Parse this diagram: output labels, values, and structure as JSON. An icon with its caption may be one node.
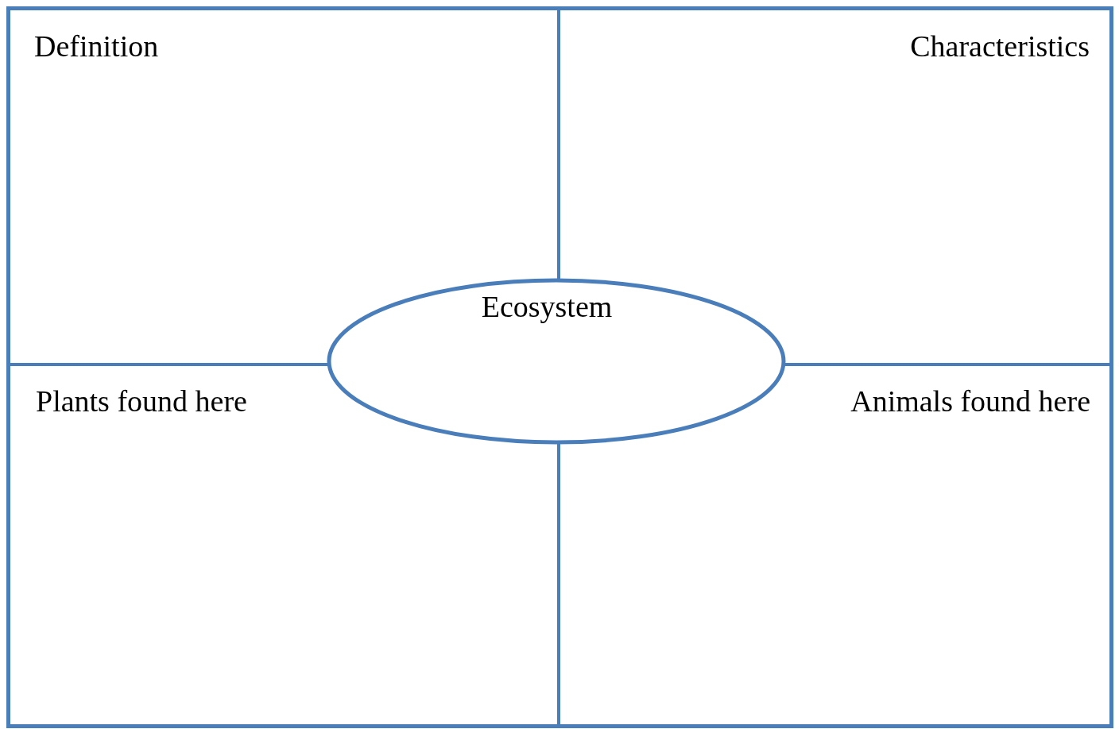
{
  "diagram": {
    "nodes": [
      {
        "text": [
          "Definition"
        ]
      },
      {
        "text": [
          "Characteristics"
        ]
      },
      {
        "text": [
          "Ecosystem"
        ]
      },
      {
        "text": [
          "Plants found here"
        ]
      },
      {
        "text": [
          "Animals found here"
        ]
      }
    ]
  }
}
